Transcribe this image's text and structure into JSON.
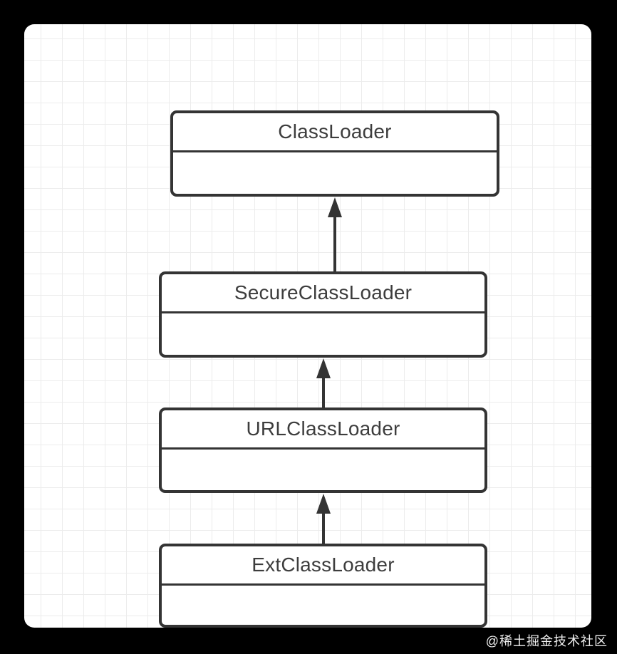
{
  "diagram": {
    "nodes": [
      {
        "label": "ClassLoader"
      },
      {
        "label": "SecureClassLoader"
      },
      {
        "label": "URLClassLoader"
      },
      {
        "label": "ExtClassLoader"
      }
    ],
    "edges": [
      {
        "from": "SecureClassLoader",
        "to": "ClassLoader",
        "style": "solid-line-filled-arrowhead-up"
      },
      {
        "from": "URLClassLoader",
        "to": "SecureClassLoader",
        "style": "solid-line-filled-arrowhead-up"
      },
      {
        "from": "ExtClassLoader",
        "to": "URLClassLoader",
        "style": "solid-line-filled-arrowhead-up"
      }
    ],
    "colors": {
      "stroke": "#343434",
      "node_fill": "#ffffff",
      "label_text": "#3d3d3d",
      "canvas_fill": "#ffffff",
      "grid_line": "#ececec",
      "frame_background": "#000000"
    }
  },
  "watermark": {
    "text": "@稀土掘金技术社区",
    "color": "#f0f0f0"
  }
}
